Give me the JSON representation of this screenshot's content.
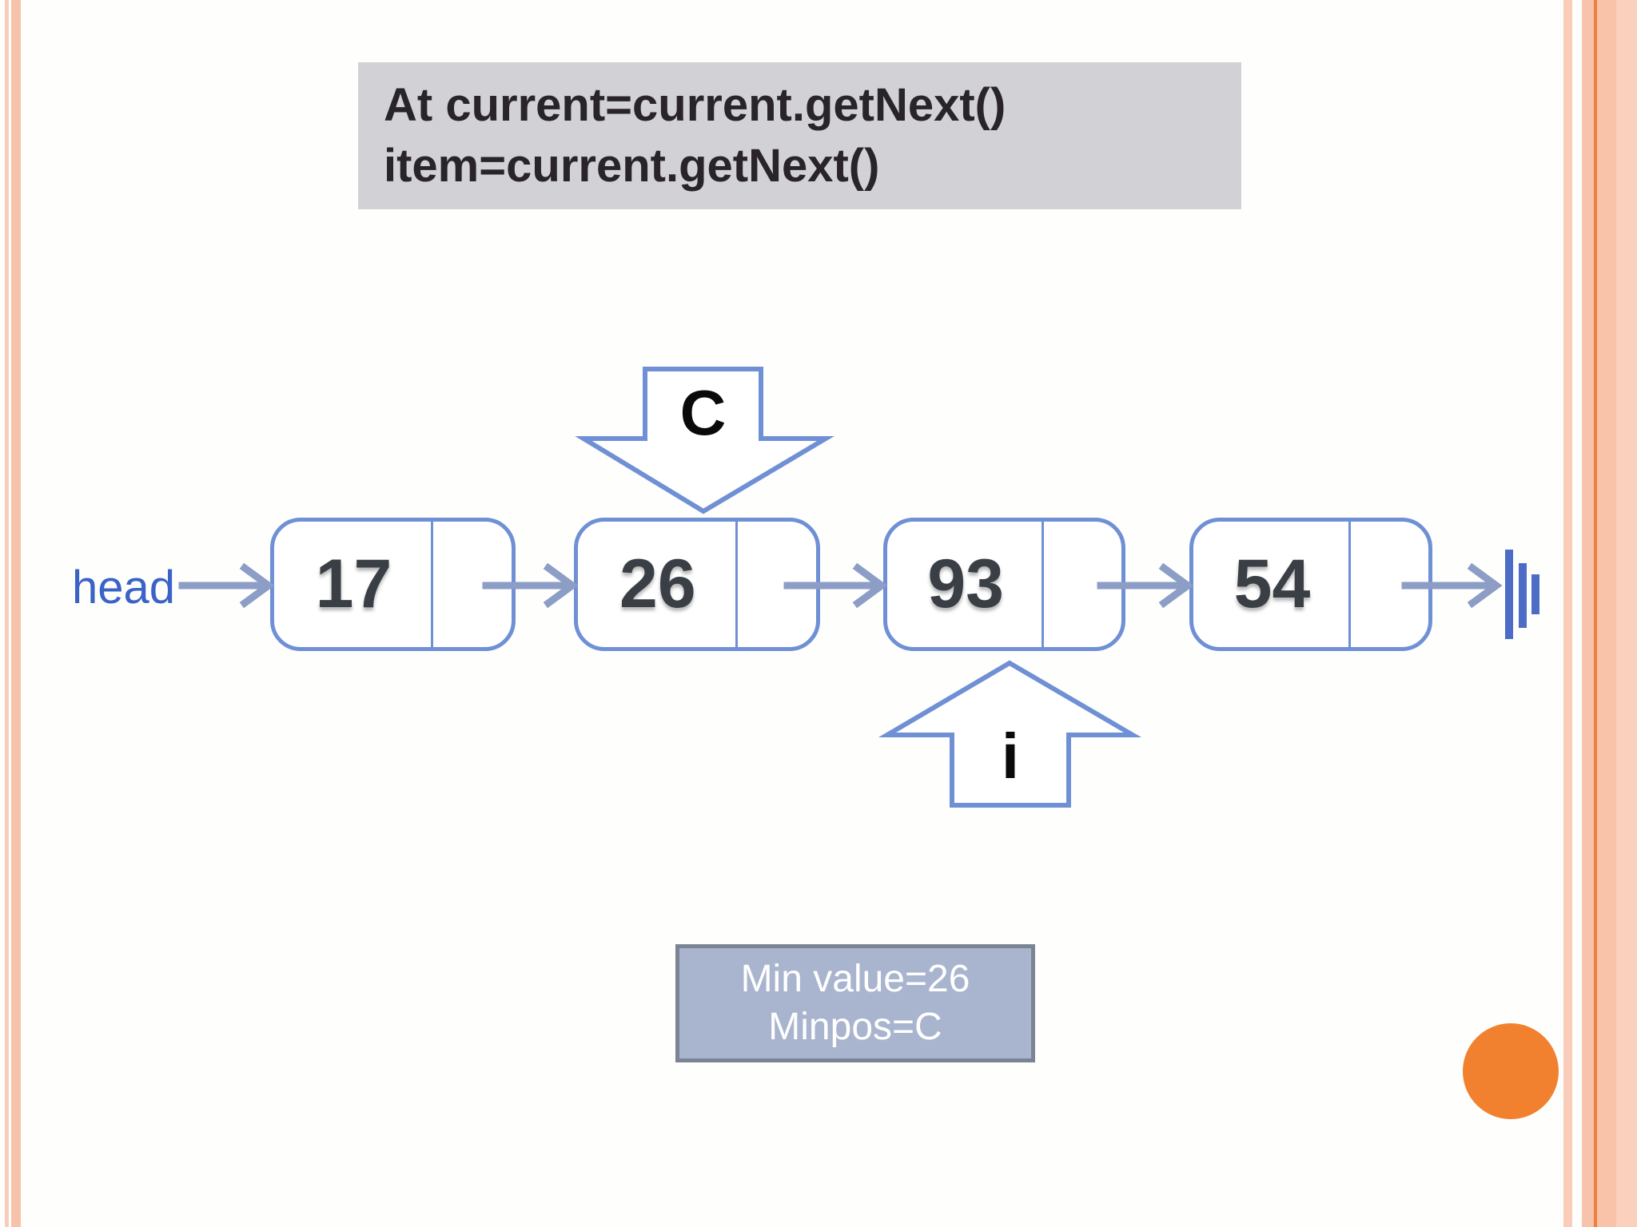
{
  "slide": {
    "code_box": {
      "line1": "At current=current.getNext()",
      "line2": "item=current.getNext()"
    },
    "list": {
      "head_label": "head",
      "nodes": [
        {
          "value": "17"
        },
        {
          "value": "26"
        },
        {
          "value": "93"
        },
        {
          "value": "54"
        }
      ],
      "current_marker_label": "C",
      "index_marker_label": "i",
      "terminator": "null-ground-symbol"
    },
    "status_box": {
      "line1": "Min value=26",
      "line2": "Minpos=C"
    },
    "colors": {
      "node_border": "#7090d5",
      "pointer_arrow": "#8c9dc6",
      "head_text": "#3a63c8",
      "node_value_text": "#3a3e45",
      "code_box_bg": "#d2d2d6",
      "code_text": "#29242a",
      "status_box_bg": "#a9b4ce",
      "status_box_border": "#7b8495",
      "status_text": "#ffffff",
      "accent_circle": "#f1812e",
      "frame_stripe": "#f7c3ab",
      "frame_accent_line": "#ee7f3f",
      "terminator_bars": "#4c6cc5",
      "marker_text": "#0a0a0a"
    }
  }
}
